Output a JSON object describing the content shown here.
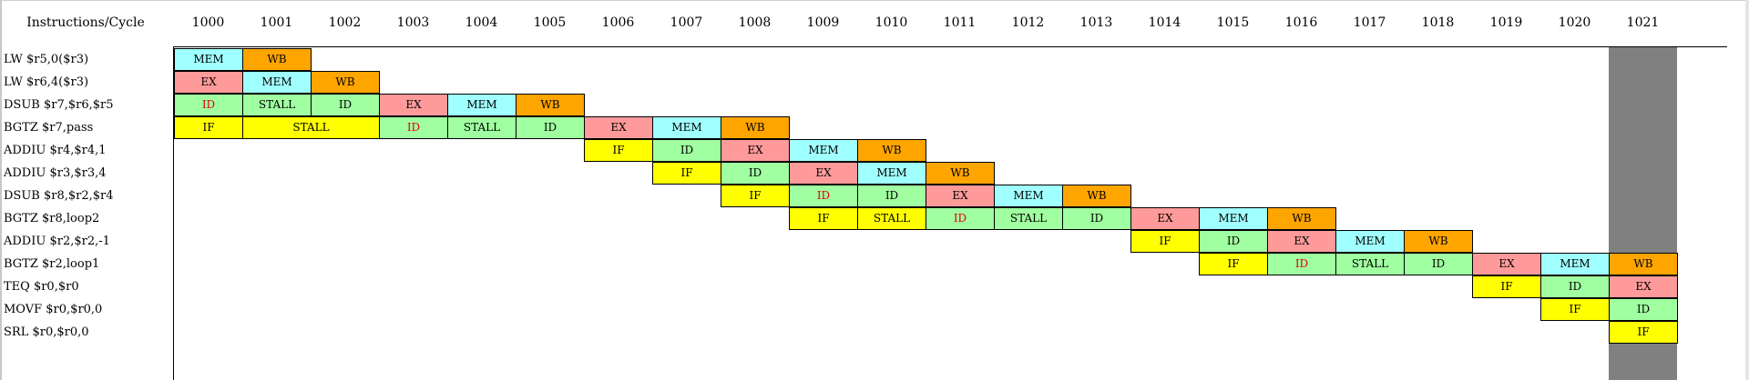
{
  "header": {
    "corner_label": "Instructions/Cycle",
    "cycles": [
      "1000",
      "1001",
      "1002",
      "1003",
      "1004",
      "1005",
      "1006",
      "1007",
      "1008",
      "1009",
      "1010",
      "1011",
      "1012",
      "1013",
      "1014",
      "1015",
      "1016",
      "1017",
      "1018",
      "1019",
      "1020",
      "1021"
    ]
  },
  "highlighted_cycle": "1021",
  "colors": {
    "IF": "#ffff00",
    "ID": "#a0ffa0",
    "EX": "#ff9a9a",
    "MEM": "#a0ffff",
    "WB": "#ffa500",
    "highlight_column": "#808080",
    "hazard_text": "#e00000"
  },
  "instructions": [
    {
      "text": "LW $r5,0($r3)",
      "stages": [
        {
          "label": "MEM",
          "stage": "MEM",
          "start": 0,
          "span": 1
        },
        {
          "label": "WB",
          "stage": "WB",
          "start": 1,
          "span": 1
        }
      ]
    },
    {
      "text": "LW $r6,4($r3)",
      "stages": [
        {
          "label": "EX",
          "stage": "EX",
          "start": 0,
          "span": 1
        },
        {
          "label": "MEM",
          "stage": "MEM",
          "start": 1,
          "span": 1
        },
        {
          "label": "WB",
          "stage": "WB",
          "start": 2,
          "span": 1
        }
      ]
    },
    {
      "text": "DSUB $r7,$r6,$r5",
      "stages": [
        {
          "label": "ID",
          "stage": "ID",
          "start": 0,
          "span": 1,
          "hazard": true
        },
        {
          "label": "STALL",
          "stage": "ID",
          "start": 1,
          "span": 1
        },
        {
          "label": "ID",
          "stage": "ID",
          "start": 2,
          "span": 1
        },
        {
          "label": "EX",
          "stage": "EX",
          "start": 3,
          "span": 1
        },
        {
          "label": "MEM",
          "stage": "MEM",
          "start": 4,
          "span": 1
        },
        {
          "label": "WB",
          "stage": "WB",
          "start": 5,
          "span": 1
        }
      ]
    },
    {
      "text": "BGTZ $r7,pass",
      "stages": [
        {
          "label": "IF",
          "stage": "IF",
          "start": 0,
          "span": 1
        },
        {
          "label": "STALL",
          "stage": "IF",
          "start": 1,
          "span": 2
        },
        {
          "label": "ID",
          "stage": "ID",
          "start": 3,
          "span": 1,
          "hazard": true
        },
        {
          "label": "STALL",
          "stage": "ID",
          "start": 4,
          "span": 1
        },
        {
          "label": "ID",
          "stage": "ID",
          "start": 5,
          "span": 1
        },
        {
          "label": "EX",
          "stage": "EX",
          "start": 6,
          "span": 1
        },
        {
          "label": "MEM",
          "stage": "MEM",
          "start": 7,
          "span": 1
        },
        {
          "label": "WB",
          "stage": "WB",
          "start": 8,
          "span": 1
        }
      ]
    },
    {
      "text": "ADDIU $r4,$r4,1",
      "stages": [
        {
          "label": "IF",
          "stage": "IF",
          "start": 6,
          "span": 1
        },
        {
          "label": "ID",
          "stage": "ID",
          "start": 7,
          "span": 1
        },
        {
          "label": "EX",
          "stage": "EX",
          "start": 8,
          "span": 1
        },
        {
          "label": "MEM",
          "stage": "MEM",
          "start": 9,
          "span": 1
        },
        {
          "label": "WB",
          "stage": "WB",
          "start": 10,
          "span": 1
        }
      ]
    },
    {
      "text": "ADDIU $r3,$r3,4",
      "stages": [
        {
          "label": "IF",
          "stage": "IF",
          "start": 7,
          "span": 1
        },
        {
          "label": "ID",
          "stage": "ID",
          "start": 8,
          "span": 1
        },
        {
          "label": "EX",
          "stage": "EX",
          "start": 9,
          "span": 1
        },
        {
          "label": "MEM",
          "stage": "MEM",
          "start": 10,
          "span": 1
        },
        {
          "label": "WB",
          "stage": "WB",
          "start": 11,
          "span": 1
        }
      ]
    },
    {
      "text": "DSUB $r8,$r2,$r4",
      "stages": [
        {
          "label": "IF",
          "stage": "IF",
          "start": 8,
          "span": 1
        },
        {
          "label": "ID",
          "stage": "ID",
          "start": 9,
          "span": 1,
          "hazard": true
        },
        {
          "label": "ID",
          "stage": "ID",
          "start": 10,
          "span": 1
        },
        {
          "label": "EX",
          "stage": "EX",
          "start": 11,
          "span": 1
        },
        {
          "label": "MEM",
          "stage": "MEM",
          "start": 12,
          "span": 1
        },
        {
          "label": "WB",
          "stage": "WB",
          "start": 13,
          "span": 1
        }
      ]
    },
    {
      "text": "BGTZ $r8,loop2",
      "stages": [
        {
          "label": "IF",
          "stage": "IF",
          "start": 9,
          "span": 1
        },
        {
          "label": "STALL",
          "stage": "IF",
          "start": 10,
          "span": 1
        },
        {
          "label": "ID",
          "stage": "ID",
          "start": 11,
          "span": 1,
          "hazard": true
        },
        {
          "label": "STALL",
          "stage": "ID",
          "start": 12,
          "span": 1
        },
        {
          "label": "ID",
          "stage": "ID",
          "start": 13,
          "span": 1
        },
        {
          "label": "EX",
          "stage": "EX",
          "start": 14,
          "span": 1
        },
        {
          "label": "MEM",
          "stage": "MEM",
          "start": 15,
          "span": 1
        },
        {
          "label": "WB",
          "stage": "WB",
          "start": 16,
          "span": 1
        }
      ]
    },
    {
      "text": "ADDIU $r2,$r2,-1",
      "stages": [
        {
          "label": "IF",
          "stage": "IF",
          "start": 14,
          "span": 1
        },
        {
          "label": "ID",
          "stage": "ID",
          "start": 15,
          "span": 1
        },
        {
          "label": "EX",
          "stage": "EX",
          "start": 16,
          "span": 1
        },
        {
          "label": "MEM",
          "stage": "MEM",
          "start": 17,
          "span": 1
        },
        {
          "label": "WB",
          "stage": "WB",
          "start": 18,
          "span": 1
        }
      ]
    },
    {
      "text": "BGTZ $r2,loop1",
      "stages": [
        {
          "label": "IF",
          "stage": "IF",
          "start": 15,
          "span": 1
        },
        {
          "label": "ID",
          "stage": "ID",
          "start": 16,
          "span": 1,
          "hazard": true
        },
        {
          "label": "STALL",
          "stage": "ID",
          "start": 17,
          "span": 1
        },
        {
          "label": "ID",
          "stage": "ID",
          "start": 18,
          "span": 1
        },
        {
          "label": "EX",
          "stage": "EX",
          "start": 19,
          "span": 1
        },
        {
          "label": "MEM",
          "stage": "MEM",
          "start": 20,
          "span": 1
        },
        {
          "label": "WB",
          "stage": "WB",
          "start": 21,
          "span": 1
        }
      ]
    },
    {
      "text": "TEQ $r0,$r0",
      "stages": [
        {
          "label": "IF",
          "stage": "IF",
          "start": 19,
          "span": 1
        },
        {
          "label": "ID",
          "stage": "ID",
          "start": 20,
          "span": 1
        },
        {
          "label": "EX",
          "stage": "EX",
          "start": 21,
          "span": 1
        }
      ]
    },
    {
      "text": "MOVF $r0,$r0,0",
      "stages": [
        {
          "label": "IF",
          "stage": "IF",
          "start": 20,
          "span": 1
        },
        {
          "label": "ID",
          "stage": "ID",
          "start": 21,
          "span": 1
        }
      ]
    },
    {
      "text": "SRL $r0,$r0,0",
      "stages": [
        {
          "label": "IF",
          "stage": "IF",
          "start": 21,
          "span": 1
        }
      ]
    }
  ]
}
